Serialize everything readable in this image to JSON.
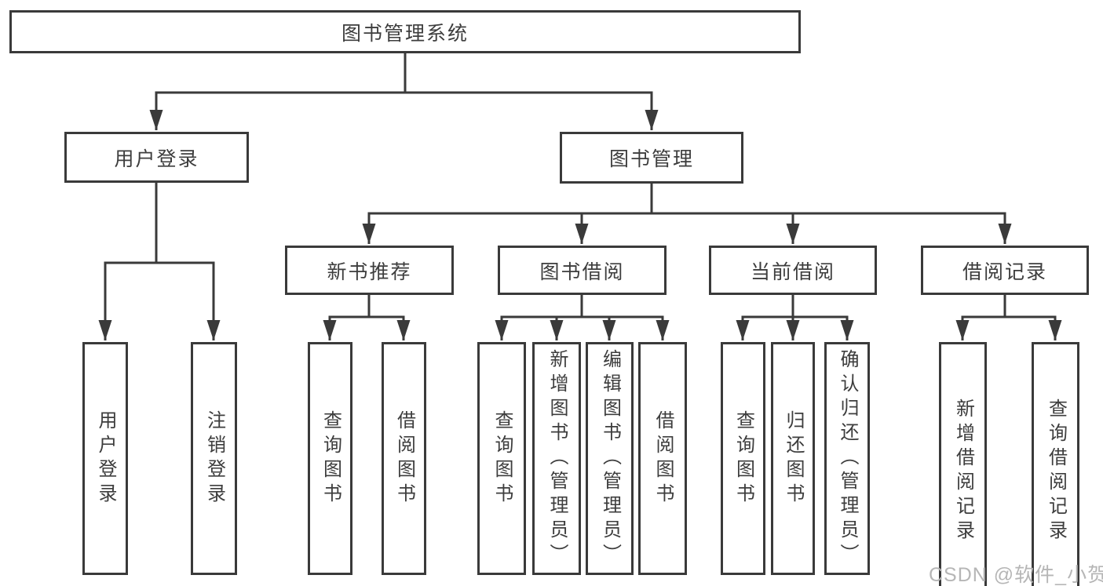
{
  "diagram": {
    "title": "图书管理系统",
    "level2": {
      "user_login": "用户登录",
      "book_mgmt": "图书管理"
    },
    "level3": {
      "new_books": "新书推荐",
      "borrowing": "图书借阅",
      "current": "当前借阅",
      "records": "借阅记录"
    },
    "leaves": {
      "login": [
        "用户登录",
        "注销登录"
      ],
      "new_books": [
        "查询图书",
        "借阅图书"
      ],
      "borrowing": [
        "查询图书",
        "新增图书（管理员）",
        "编辑图书（管理员）",
        "借阅图书"
      ],
      "current": [
        "查询图书",
        "归还图书",
        "确认归还（管理员）"
      ],
      "records": [
        "新增借阅记录",
        "查询借阅记录"
      ]
    },
    "watermark": "CSDN @软件_小贺同学",
    "colors": {
      "line": "#3a3a3a",
      "box_fill": "#ffffff",
      "text": "#3d3d3d",
      "watermark": "#b2b2b2"
    }
  }
}
